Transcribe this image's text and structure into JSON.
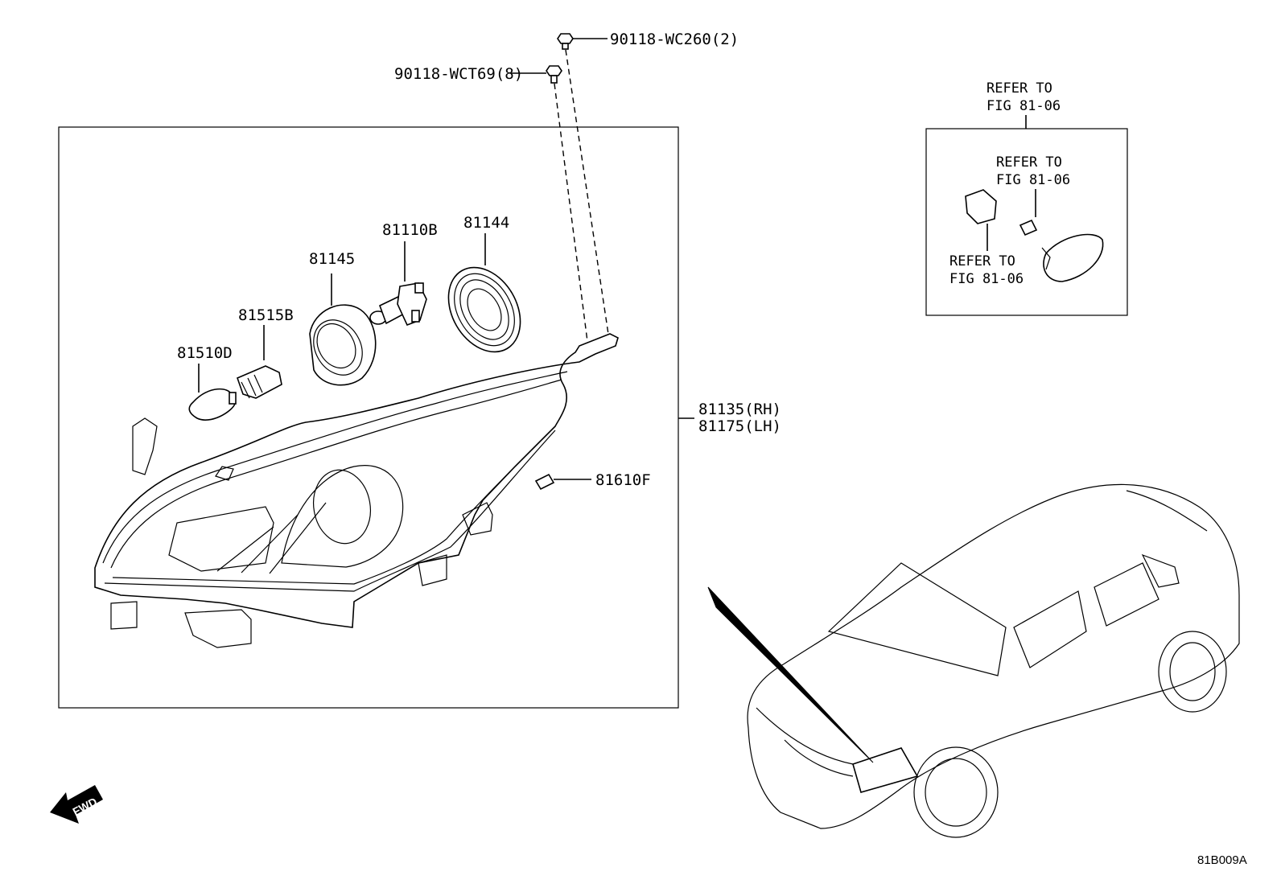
{
  "labels": {
    "screw_top": "90118-WC260(2)",
    "screw_left": "90118-WCT69(8)",
    "part_81145": "81145",
    "part_81110B": "81110B",
    "part_81144": "81144",
    "part_81515B": "81515B",
    "part_81510D": "81510D",
    "part_81610F": "81610F",
    "assembly_rh": "81135(RH)",
    "assembly_lh": "81175(LH)",
    "fwd": "FWD",
    "diagram_code": "81B009A"
  },
  "refer": {
    "outer_line1": "REFER TO",
    "outer_line2": "FIG 81-06",
    "upper_line1": "REFER TO",
    "upper_line2": "FIG 81-06",
    "lower_line1": "REFER TO",
    "lower_line2": "FIG 81-06"
  }
}
